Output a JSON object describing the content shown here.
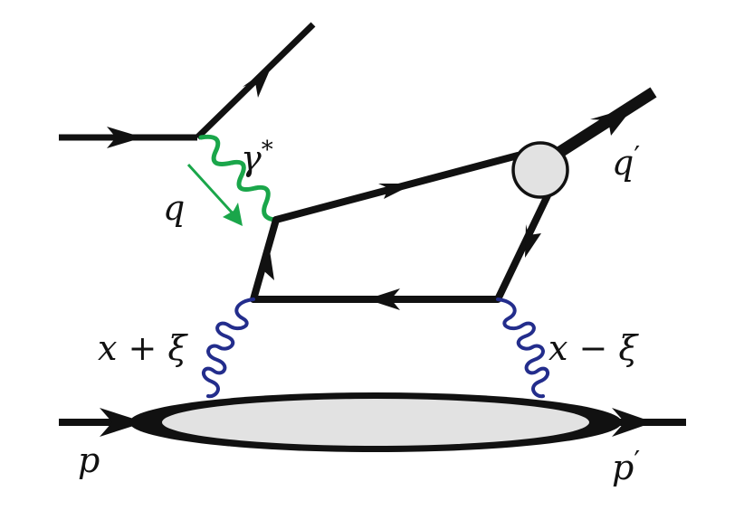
{
  "labels": {
    "photon": "γ",
    "photon_sup": "*",
    "q": "q",
    "q_prime": "q",
    "q_prime_mark": "′",
    "x_plus_xi": "x + ξ",
    "x_minus_xi": "x − ξ",
    "p": "p",
    "p_prime": "p",
    "p_prime_mark": "′"
  },
  "colors": {
    "line": "#111111",
    "photon": "#1aa64a",
    "gluon": "#232d8c",
    "blob_fill": "#e2e2e2"
  }
}
